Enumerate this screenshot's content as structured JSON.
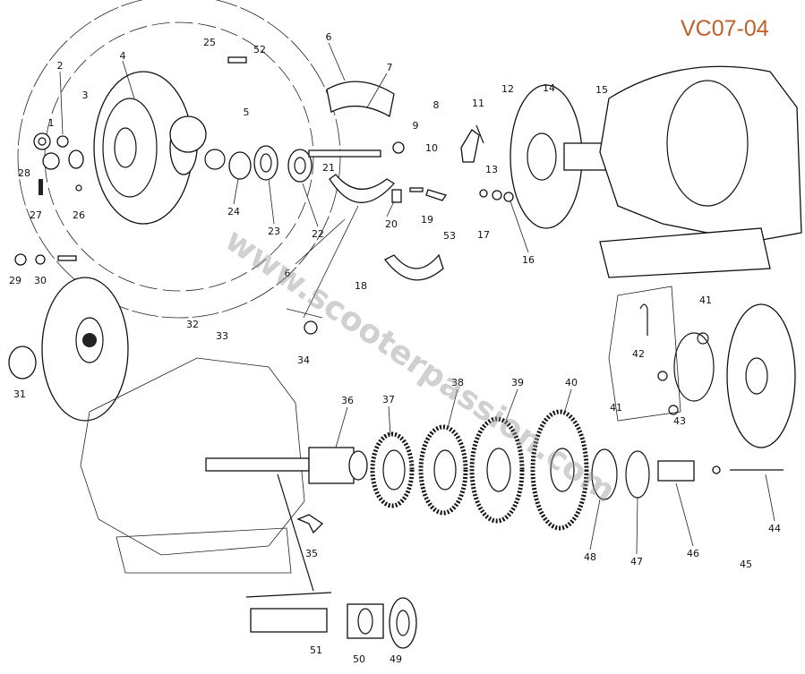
{
  "diagram": {
    "title": "VC07-04",
    "watermark": "www.scooterpassion.com",
    "title_color": "#c0612b",
    "part_labels": [
      "1",
      "2",
      "3",
      "4",
      "5",
      "6",
      "7",
      "8",
      "9",
      "10",
      "11",
      "12",
      "13",
      "14",
      "15",
      "16",
      "17",
      "18",
      "19",
      "20",
      "21",
      "22",
      "23",
      "24",
      "25",
      "26",
      "27",
      "28",
      "29",
      "30",
      "31",
      "32",
      "33",
      "34",
      "35",
      "36",
      "37",
      "38",
      "39",
      "40",
      "41",
      "42",
      "43",
      "44",
      "45",
      "46",
      "47",
      "48",
      "49",
      "50",
      "51",
      "52",
      "53",
      "6",
      "41"
    ]
  }
}
